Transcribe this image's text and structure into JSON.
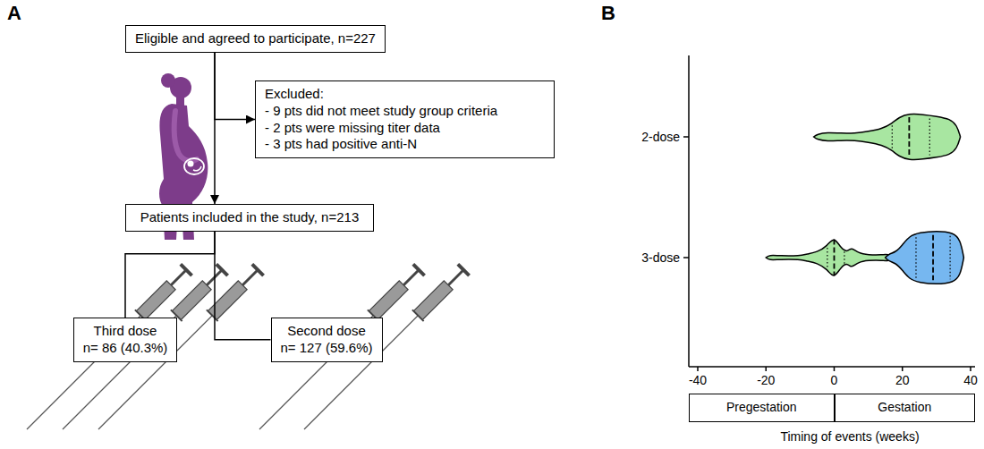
{
  "diagram": {
    "nodes": [
      {
        "text": [
          "Eligible and agreed to participate, n=227"
        ]
      },
      {
        "text": [
          "Excluded:",
          "- 9 pts did not meet study group criteria",
          "- 2 pts were missing titer data",
          "- 3 pts had positive anti-N"
        ]
      },
      {
        "text": [
          "Patients included in the study, n=213"
        ]
      },
      {
        "text": [
          "Third dose",
          "n= 86 (40.3%)"
        ]
      },
      {
        "text": [
          "Second dose",
          "n= 127 (59.6%)"
        ]
      },
      {
        "text": [
          "Pregestation"
        ]
      },
      {
        "text": [
          "Gestation"
        ]
      }
    ],
    "edges": [
      {
        "from": 0,
        "to": 2,
        "arrow": "to"
      },
      {
        "from": 0,
        "to": 1,
        "arrow": "to"
      },
      {
        "from": 2,
        "to": 3,
        "arrow": "none"
      },
      {
        "from": 2,
        "to": 4,
        "arrow": "none"
      }
    ],
    "labels": [
      "A",
      "B",
      "2-dose",
      "3-dose",
      "-40",
      "-20",
      "0",
      "20",
      "40",
      "Timing of events (weeks)"
    ]
  }
}
